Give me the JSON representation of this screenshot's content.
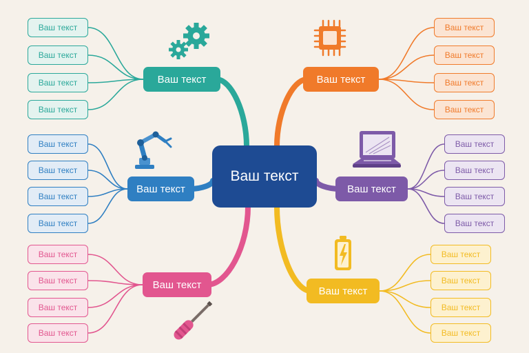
{
  "center": {
    "label": "Ваш текст",
    "color": "#1e4b93"
  },
  "branches": {
    "teal": {
      "label": "Ваш текст",
      "color": "#2aa89a",
      "light": "#e4f3ef",
      "icon": "gears-icon",
      "leaves": [
        "Ваш текст",
        "Ваш текст",
        "Ваш текст",
        "Ваш текст"
      ]
    },
    "blue": {
      "label": "Ваш текст",
      "color": "#2f7fc2",
      "light": "#e2ecf6",
      "icon": "robot-arm-icon",
      "leaves": [
        "Ваш текст",
        "Ваш текст",
        "Ваш текст",
        "Ваш текст"
      ]
    },
    "pink": {
      "label": "Ваш текст",
      "color": "#e2568f",
      "light": "#fae3ea",
      "icon": "screwdriver-icon",
      "leaves": [
        "Ваш текст",
        "Ваш текст",
        "Ваш текст",
        "Ваш текст"
      ]
    },
    "orange": {
      "label": "Ваш текст",
      "color": "#f07a2a",
      "light": "#fbe4d3",
      "icon": "cpu-chip-icon",
      "leaves": [
        "Ваш текст",
        "Ваш текст",
        "Ваш текст",
        "Ваш текст"
      ]
    },
    "purple": {
      "label": "Ваш текст",
      "color": "#7d5aa8",
      "light": "#ece5f2",
      "icon": "laptop-icon",
      "leaves": [
        "Ваш текст",
        "Ваш текст",
        "Ваш текст",
        "Ваш текст"
      ]
    },
    "yellow": {
      "label": "Ваш текст",
      "color": "#f2bb22",
      "light": "#fdf1cf",
      "icon": "battery-icon",
      "leaves": [
        "Ваш текст",
        "Ваш текст",
        "Ваш текст",
        "Ваш текст"
      ]
    }
  }
}
